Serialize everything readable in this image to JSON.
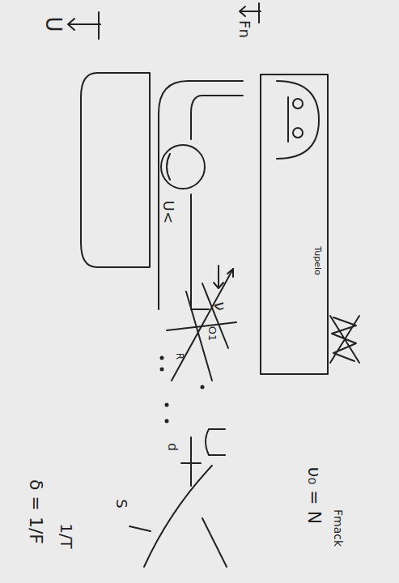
{
  "diagram": {
    "labels": [
      "U",
      "δ = 1/F",
      "1/T",
      "Fn",
      "U<",
      "ν",
      "Tupelo",
      "υ₀ = N",
      "Fmack",
      "O1",
      "R",
      "d",
      "S"
    ]
  }
}
